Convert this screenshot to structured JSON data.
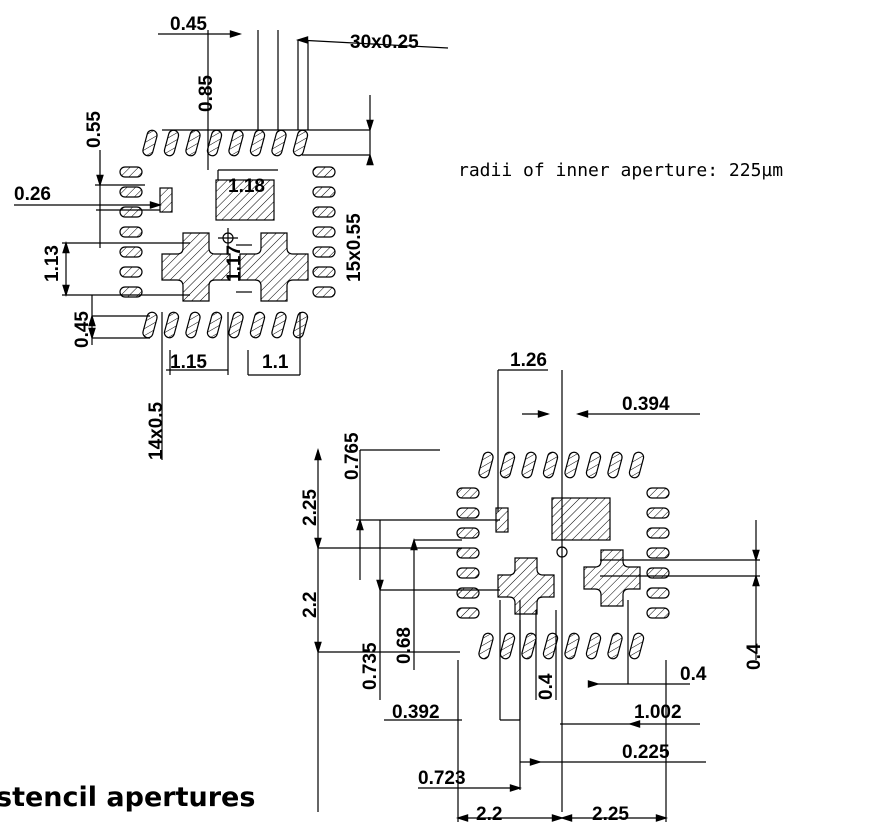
{
  "note": "radii of inner aperture: 225µm",
  "caption": "stencil apertures",
  "top_figure": {
    "dims": {
      "pad_width": "0.45",
      "pitch_count_top": "30x0.25",
      "pad_length": "0.85",
      "row_offset": "0.55",
      "small_pad": "0.26",
      "center_pad_width": "1.18",
      "cross_height": "1.13",
      "cross_height_2": "1.17",
      "right_column": "15x0.55",
      "bottom_offset": "0.45",
      "cross_width": "1.15",
      "cross_width_2": "1.1",
      "bottom_pitch": "14x0.5"
    }
  },
  "bottom_figure": {
    "dims": {
      "top_width": "1.26",
      "top_offset": "0.394",
      "left_offset": "0.765",
      "upper_height": "2.25",
      "lower_height": "2.2",
      "v1": "0.735",
      "v2": "0.68",
      "v3": "0.4",
      "right_h": "0.4",
      "right_v": "0.4",
      "b1": "0.392",
      "b2": "1.002",
      "b3": "0.225",
      "b4": "0.723",
      "width_left": "2.2",
      "width_right": "2.25"
    }
  }
}
